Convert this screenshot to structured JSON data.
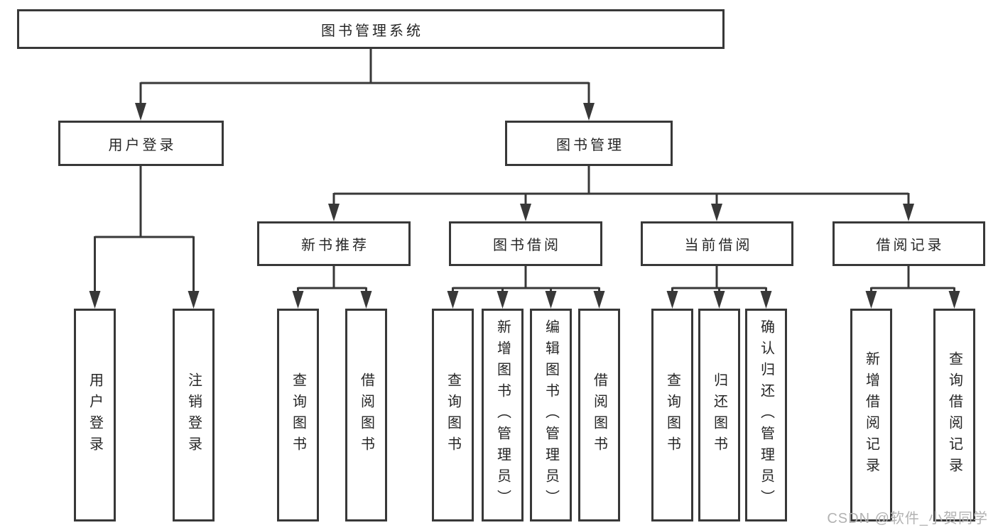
{
  "diagram_type": "hierarchy-tree",
  "colors": {
    "line": "#383838",
    "box_border": "#383838",
    "text": "#262626",
    "background": "#ffffff",
    "watermark": "#b2b2b2"
  },
  "watermark": {
    "text": "CSDN @软件_小贺同学"
  },
  "hierarchy": {
    "root": {
      "label": "图书管理系统",
      "children": [
        {
          "label": "用户登录",
          "children": [
            {
              "label": "用户登录"
            },
            {
              "label": "注销登录"
            }
          ]
        },
        {
          "label": "图书管理",
          "children": [
            {
              "label": "新书推荐",
              "children": [
                {
                  "label": "查询图书"
                },
                {
                  "label": "借阅图书"
                }
              ]
            },
            {
              "label": "图书借阅",
              "children": [
                {
                  "label": "查询图书"
                },
                {
                  "label": "新增图书（管理员）"
                },
                {
                  "label": "编辑图书（管理员）"
                },
                {
                  "label": "借阅图书"
                }
              ]
            },
            {
              "label": "当前借阅",
              "children": [
                {
                  "label": "查询图书"
                },
                {
                  "label": "归还图书"
                },
                {
                  "label": "确认归还（管理员）"
                }
              ]
            },
            {
              "label": "借阅记录",
              "children": [
                {
                  "label": "新增借阅记录"
                },
                {
                  "label": "查询借阅记录"
                }
              ]
            }
          ]
        }
      ]
    }
  }
}
